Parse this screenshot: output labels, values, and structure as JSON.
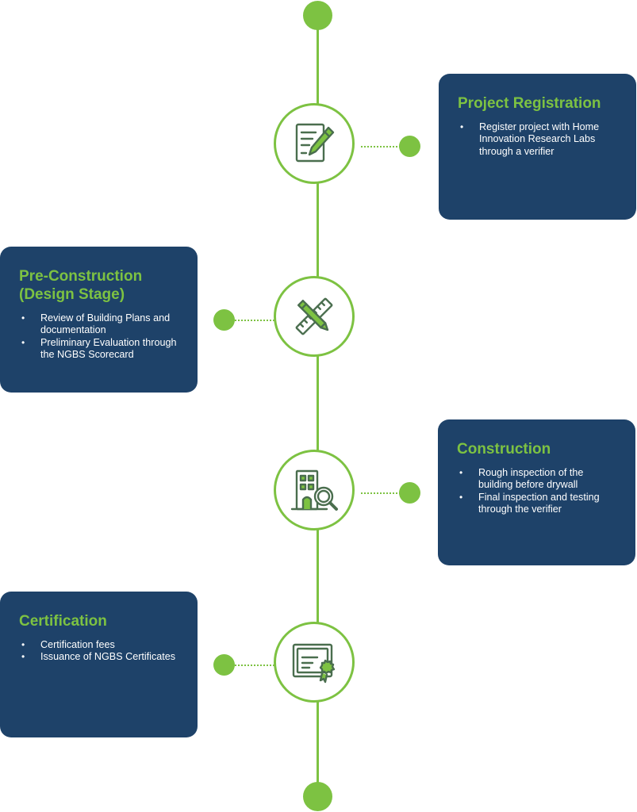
{
  "colors": {
    "accent": "#7dc242",
    "card_bg": "#1e4269",
    "icon_stroke": "#4a6e4e",
    "icon_fill": "#7dc242"
  },
  "steps": [
    {
      "title": "Project Registration",
      "icon": "document-pencil-icon",
      "bullets": [
        "Register project with Home Innovation Research Labs through a verifier"
      ]
    },
    {
      "title": "Pre-Construction (Design Stage)",
      "icon": "ruler-pencil-icon",
      "bullets": [
        "Review of Building Plans and documentation",
        "Preliminary Evaluation through the NGBS Scorecard"
      ]
    },
    {
      "title": "Construction",
      "icon": "building-magnifier-icon",
      "bullets": [
        "Rough inspection of the building before drywall",
        "Final inspection and testing through the verifier"
      ]
    },
    {
      "title": "Certification",
      "icon": "certificate-icon",
      "bullets": [
        "Certification fees",
        "Issuance of NGBS Certificates"
      ]
    }
  ]
}
